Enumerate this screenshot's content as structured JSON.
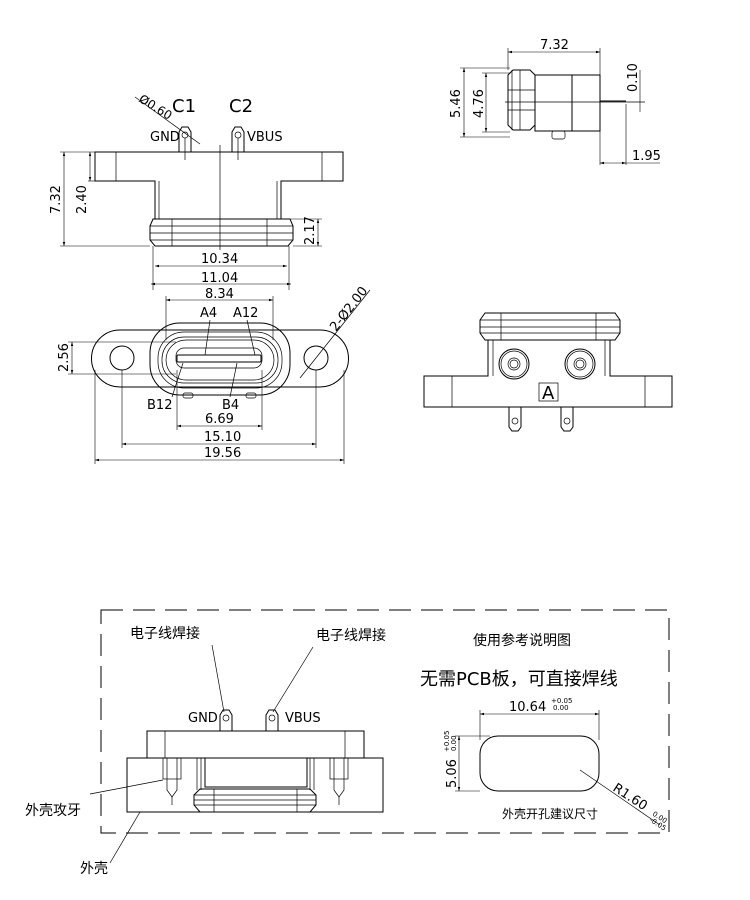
{
  "front_view": {
    "label_c1": "C1",
    "label_c2": "C2",
    "pin_dia": "Ø0.60",
    "gnd": "GND",
    "vbus": "VBUS",
    "dim_height_total": "7.32",
    "dim_flange_height": "2.40",
    "dim_head_height": "2.17",
    "dim_width_inner": "10.34",
    "dim_width_outer": "11.04"
  },
  "bottom_view": {
    "dim_opening_width": "8.34",
    "dim_opening_height": "2.56",
    "hole_spec": "2-Ø2.00",
    "pin_a4": "A4",
    "pin_a12": "A12",
    "pin_b12": "B12",
    "pin_b4": "B4",
    "dim_tongue_width": "6.69",
    "dim_hole_spacing": "15.10",
    "dim_total_width": "19.56"
  },
  "side_view": {
    "dim_length": "7.32",
    "dim_outer_height": "5.46",
    "dim_inner_height": "4.76",
    "dim_pin_thickness": "0.10",
    "dim_pin_extension": "1.95"
  },
  "rear_view": {
    "marking": "A"
  },
  "reference": {
    "label_solder_left": "电子线焊接",
    "label_solder_right": "电子线焊接",
    "gnd": "GND",
    "vbus": "VBUS",
    "label_shell_tap": "外壳攻牙",
    "label_shell": "外壳",
    "title": "使用参考说明图",
    "subtitle": "无需PCB板，可直接焊线",
    "cutout_width": "10.64",
    "cutout_width_tol_upper": "+0.05",
    "cutout_width_tol_lower": "0.00",
    "cutout_height": "5.06",
    "cutout_height_tol_upper": "+0.05",
    "cutout_height_tol_lower": "0.00",
    "cutout_radius": "R1.60",
    "cutout_radius_tol_upper": "0.00",
    "cutout_radius_tol_lower": "-0.05",
    "cutout_caption": "外壳开孔建议尺寸"
  }
}
